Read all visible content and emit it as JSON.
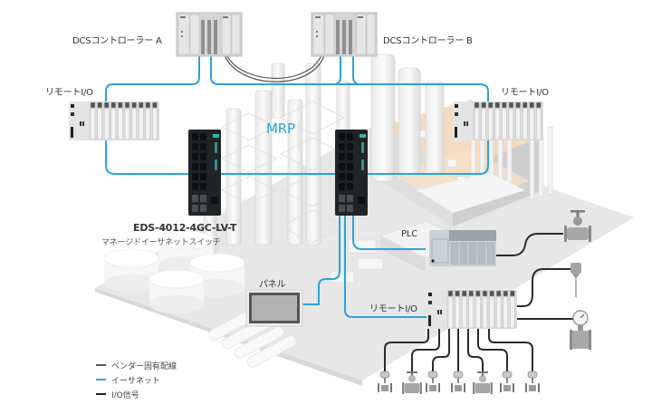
{
  "diagram": {
    "labels": {
      "dcs_a": "DCSコントローラー A",
      "dcs_b": "DCSコントローラー B",
      "remote_io_left": "リモートI/O",
      "remote_io_right": "リモートI/O",
      "remote_io_bottom": "リモートI/O",
      "mrp": "MRP",
      "switch_model": "EDS-4012-4GC-LV-T",
      "switch_desc": "マネージドイーサネットスイッチ",
      "plc": "PLC",
      "panel": "パネル"
    },
    "legend": [
      {
        "label": "ベンダー固有配線",
        "color": "#555555"
      },
      {
        "label": "イーサネット",
        "color": "#2aa3df"
      },
      {
        "label": "I/O信号",
        "color": "#222222"
      }
    ],
    "colors": {
      "ethernet": "#2aa3df",
      "io_signal": "#2b2b2b",
      "vendor_wire": "#555555",
      "switch_body": "#1f2427",
      "switch_accent": "#33b5a5",
      "plant_floor": "#e6e6e6",
      "building_accent": "#f6dfc2"
    }
  }
}
